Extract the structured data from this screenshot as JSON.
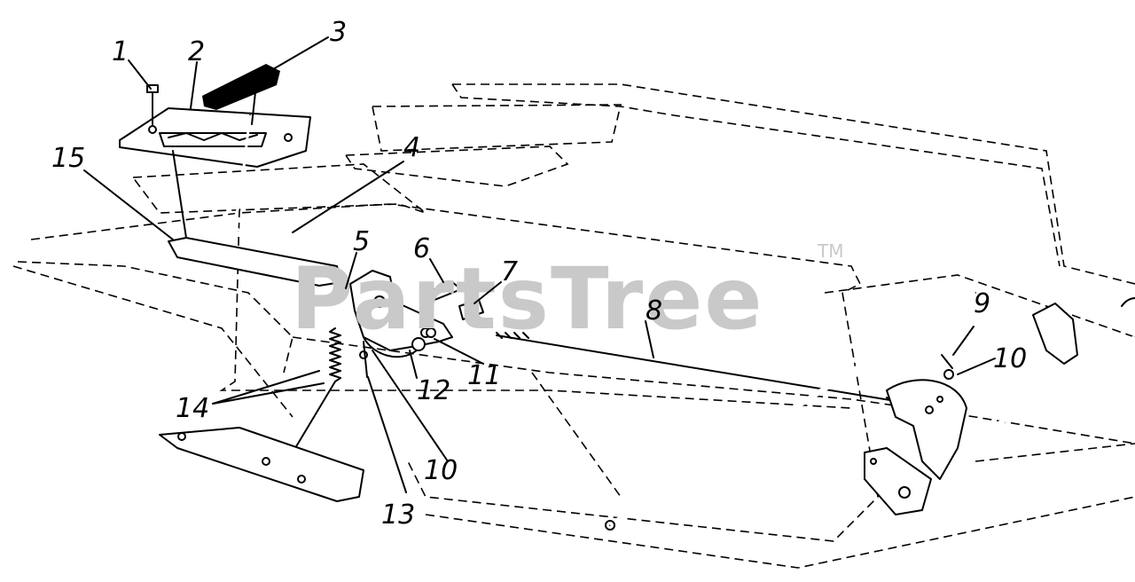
{
  "watermark": {
    "text": "PartsTree",
    "trademark": "TM"
  },
  "callouts": [
    {
      "id": "1",
      "label": "1"
    },
    {
      "id": "2",
      "label": "2"
    },
    {
      "id": "3",
      "label": "3"
    },
    {
      "id": "4",
      "label": "4"
    },
    {
      "id": "5",
      "label": "5"
    },
    {
      "id": "6",
      "label": "6"
    },
    {
      "id": "7",
      "label": "7"
    },
    {
      "id": "8",
      "label": "8"
    },
    {
      "id": "9",
      "label": "9"
    },
    {
      "id": "10a",
      "label": "10"
    },
    {
      "id": "10b",
      "label": "10"
    },
    {
      "id": "11",
      "label": "11"
    },
    {
      "id": "12",
      "label": "12"
    },
    {
      "id": "13",
      "label": "13"
    },
    {
      "id": "14",
      "label": "14"
    },
    {
      "id": "15",
      "label": "15"
    }
  ],
  "colors": {
    "ink": "#000000",
    "watermark": "#c9c9c9",
    "paper": "#ffffff"
  }
}
